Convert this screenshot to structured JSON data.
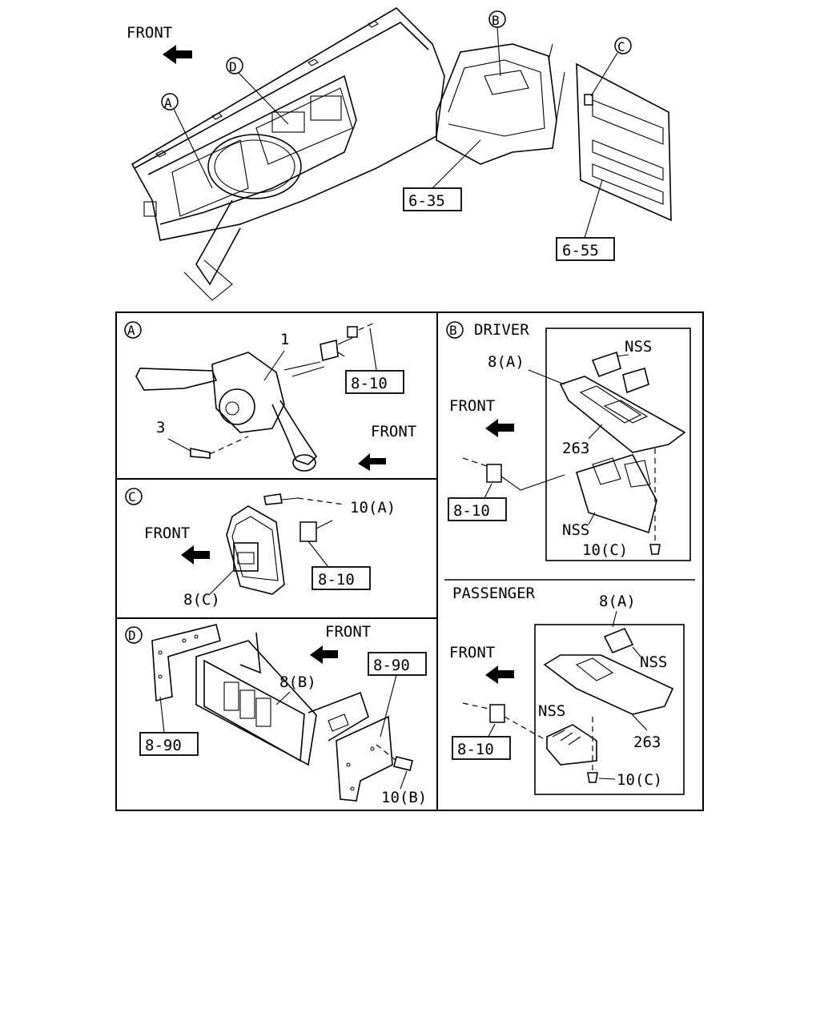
{
  "top": {
    "front": "FRONT",
    "callouts": {
      "a": "A",
      "b": "B",
      "c": "C",
      "d": "D"
    },
    "ref_635": "6-35",
    "ref_655": "6-55"
  },
  "panel_a": {
    "letter": "A",
    "part_1": "1",
    "part_3": "3",
    "ref": "8-10",
    "front": "FRONT"
  },
  "panel_b": {
    "letter": "B",
    "title": "DRIVER",
    "part_8a": "8(A)",
    "nss_top": "NSS",
    "front": "FRONT",
    "part_263": "263",
    "ref": "8-10",
    "nss_bottom": "NSS",
    "part_10c": "10(C)"
  },
  "panel_c": {
    "letter": "C",
    "part_10a": "10(A)",
    "front": "FRONT",
    "ref": "8-10",
    "part_8c": "8(C)"
  },
  "panel_d": {
    "letter": "D",
    "front": "FRONT",
    "ref_top": "8-90",
    "part_8b": "8(B)",
    "ref_left": "8-90",
    "part_10b": "10(B)"
  },
  "passenger": {
    "title": "PASSENGER",
    "part_8a": "8(A)",
    "nss_top": "NSS",
    "front": "FRONT",
    "nss_mid": "NSS",
    "part_263": "263",
    "ref": "8-10",
    "part_10c": "10(C)"
  }
}
